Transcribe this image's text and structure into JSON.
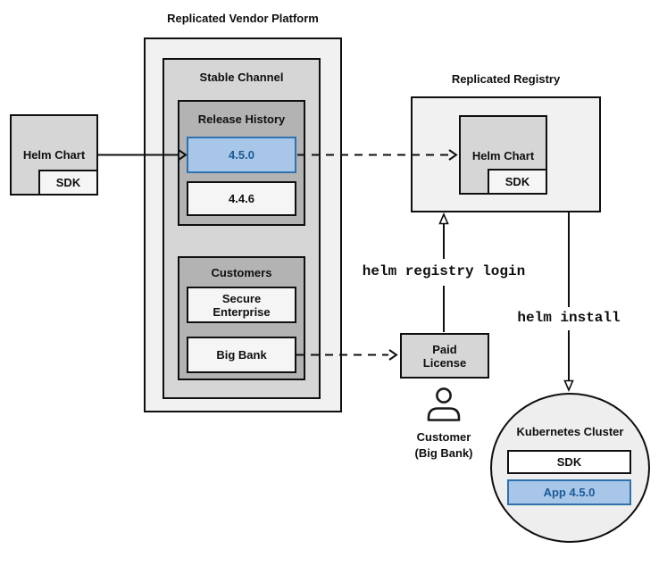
{
  "colors": {
    "highlight_fill": "#a8c6e8",
    "highlight_border": "#2f71ad",
    "highlight_text": "#1a5a96"
  },
  "source_chart": {
    "label": "Helm Chart",
    "sdk": "SDK"
  },
  "vendor_platform": {
    "title": "Replicated Vendor Platform",
    "stable_channel": {
      "title": "Stable Channel",
      "release_history": {
        "title": "Release History",
        "releases": [
          {
            "version": "4.5.0",
            "highlighted": true
          },
          {
            "version": "4.4.6",
            "highlighted": false
          }
        ]
      },
      "customers": {
        "title": "Customers",
        "items": [
          {
            "name": "Secure\nEnterprise"
          },
          {
            "name": "Big Bank"
          }
        ]
      }
    }
  },
  "registry": {
    "title": "Replicated Registry",
    "helm_chart": {
      "label": "Helm Chart",
      "sdk": "SDK"
    }
  },
  "paid_license": {
    "label": "Paid\nLicense"
  },
  "customer": {
    "label": "Customer\n(Big Bank)"
  },
  "commands": {
    "registry_login": "helm registry login",
    "install": "helm install"
  },
  "kubernetes_cluster": {
    "title": "Kubernetes Cluster",
    "sdk": "SDK",
    "app": "App 4.5.0"
  }
}
